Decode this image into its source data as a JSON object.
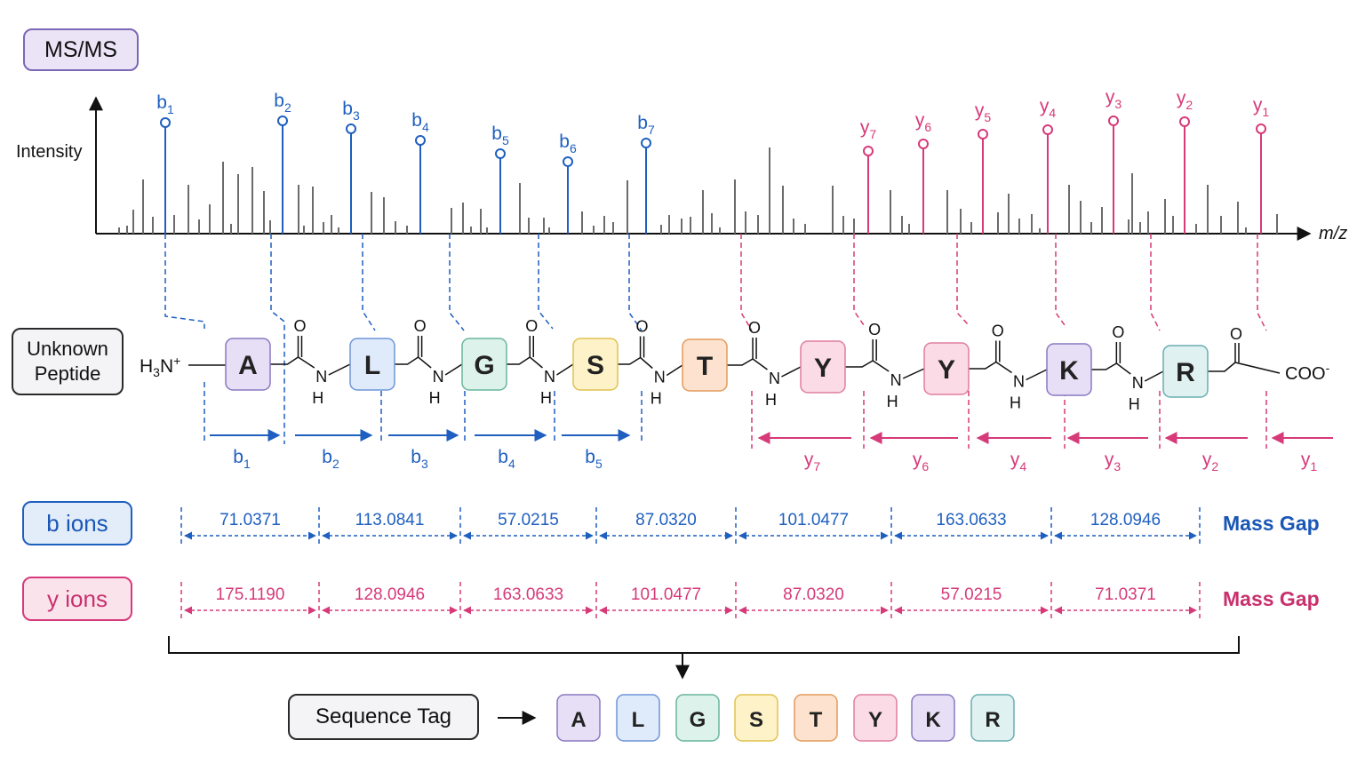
{
  "labels": {
    "ms_title": "MS/MS",
    "y_axis": "Intensity",
    "x_axis": "m/z",
    "unknown_line1": "Unknown",
    "unknown_line2": "Peptide",
    "b_ions": "b ions",
    "y_ions": "y ions",
    "mass_gap": "Mass Gap",
    "sequence_tag": "Sequence Tag",
    "n_term": "H3N+",
    "c_term": "COO-"
  },
  "spectrum": {
    "b_peaks": [
      {
        "label": "b",
        "sub": "1"
      },
      {
        "label": "b",
        "sub": "2"
      },
      {
        "label": "b",
        "sub": "3"
      },
      {
        "label": "b",
        "sub": "4"
      },
      {
        "label": "b",
        "sub": "5"
      },
      {
        "label": "b",
        "sub": "6"
      },
      {
        "label": "b",
        "sub": "7"
      }
    ],
    "y_peaks": [
      {
        "label": "y",
        "sub": "7"
      },
      {
        "label": "y",
        "sub": "6"
      },
      {
        "label": "y",
        "sub": "5"
      },
      {
        "label": "y",
        "sub": "4"
      },
      {
        "label": "y",
        "sub": "3"
      },
      {
        "label": "y",
        "sub": "2"
      },
      {
        "label": "y",
        "sub": "1"
      }
    ]
  },
  "peptide": {
    "residues": [
      "A",
      "L",
      "G",
      "S",
      "T",
      "Y",
      "Y",
      "K",
      "R"
    ],
    "carbonyl_O": "O",
    "amide_N": "N",
    "amide_H": "H",
    "b_fragments": [
      {
        "label": "b",
        "sub": "1"
      },
      {
        "label": "b",
        "sub": "2"
      },
      {
        "label": "b",
        "sub": "3"
      },
      {
        "label": "b",
        "sub": "4"
      },
      {
        "label": "b",
        "sub": "5"
      }
    ],
    "y_fragments": [
      {
        "label": "y",
        "sub": "7"
      },
      {
        "label": "y",
        "sub": "6"
      },
      {
        "label": "y",
        "sub": "4"
      },
      {
        "label": "y",
        "sub": "3"
      },
      {
        "label": "y",
        "sub": "2"
      },
      {
        "label": "y",
        "sub": "1"
      }
    ]
  },
  "mass_gaps": {
    "b": [
      "71.0371",
      "113.0841",
      "57.0215",
      "87.0320",
      "101.0477",
      "163.0633",
      "128.0946"
    ],
    "y": [
      "175.1190",
      "128.0946",
      "163.0633",
      "101.0477",
      "87.0320",
      "57.0215",
      "71.0371"
    ]
  },
  "sequence_tag": [
    "A",
    "L",
    "G",
    "S",
    "T",
    "Y",
    "K",
    "R"
  ],
  "colors": {
    "b": "#1f5fbf",
    "y": "#d63a79",
    "noise": "#6b6b6b",
    "A": {
      "fill": "#e6dff5",
      "stroke": "#8a78c2"
    },
    "L": {
      "fill": "#dfeafb",
      "stroke": "#6f95d6"
    },
    "G": {
      "fill": "#def2ec",
      "stroke": "#69b59e"
    },
    "S": {
      "fill": "#fdf2c8",
      "stroke": "#e0c24f"
    },
    "T": {
      "fill": "#fde3cf",
      "stroke": "#e39a5c"
    },
    "Y": {
      "fill": "#fbdbe6",
      "stroke": "#df7e9f"
    },
    "K": {
      "fill": "#e6dff5",
      "stroke": "#8a78c2"
    },
    "R": {
      "fill": "#dff1f1",
      "stroke": "#69aeb0"
    }
  }
}
